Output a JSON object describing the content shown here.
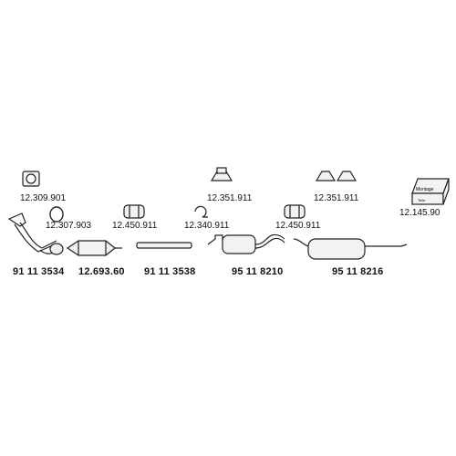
{
  "parts": {
    "bracket_a": "12.309.901",
    "ring_a": "12.307.903",
    "clamp_a": "12.450.911",
    "hook": "12.340.911",
    "hanger_b": "12.351.911",
    "clamp_b": "12.450.911",
    "hanger_c": "12.351.911",
    "kit": "12.145.90",
    "front_pipe": "91 11 3534",
    "catalyst": "12.693.60",
    "mid_pipe": "91 11 3538",
    "center_silencer": "95 11 8210",
    "rear_silencer": "95 11 8216"
  },
  "kit_box_text": "Montage",
  "kit_box_subtext": "Teile"
}
